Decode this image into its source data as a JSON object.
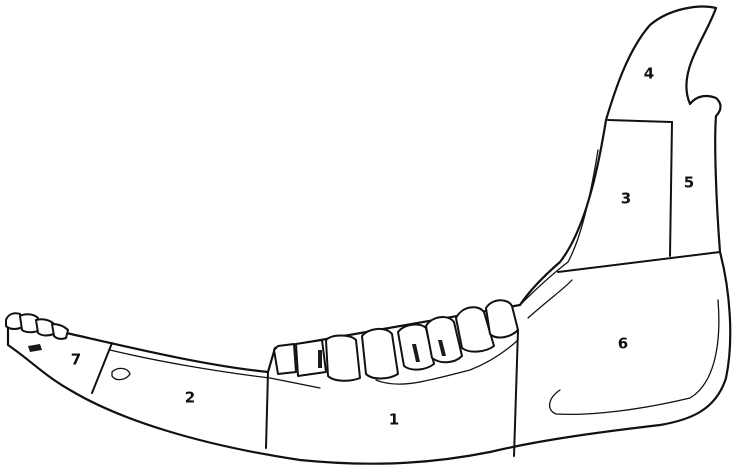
{
  "regions": [
    {
      "id": "1",
      "label": "1"
    },
    {
      "id": "2",
      "label": "2"
    },
    {
      "id": "3",
      "label": "3"
    },
    {
      "id": "4",
      "label": "4"
    },
    {
      "id": "5",
      "label": "5"
    },
    {
      "id": "6",
      "label": "6"
    },
    {
      "id": "7",
      "label": "7"
    }
  ]
}
